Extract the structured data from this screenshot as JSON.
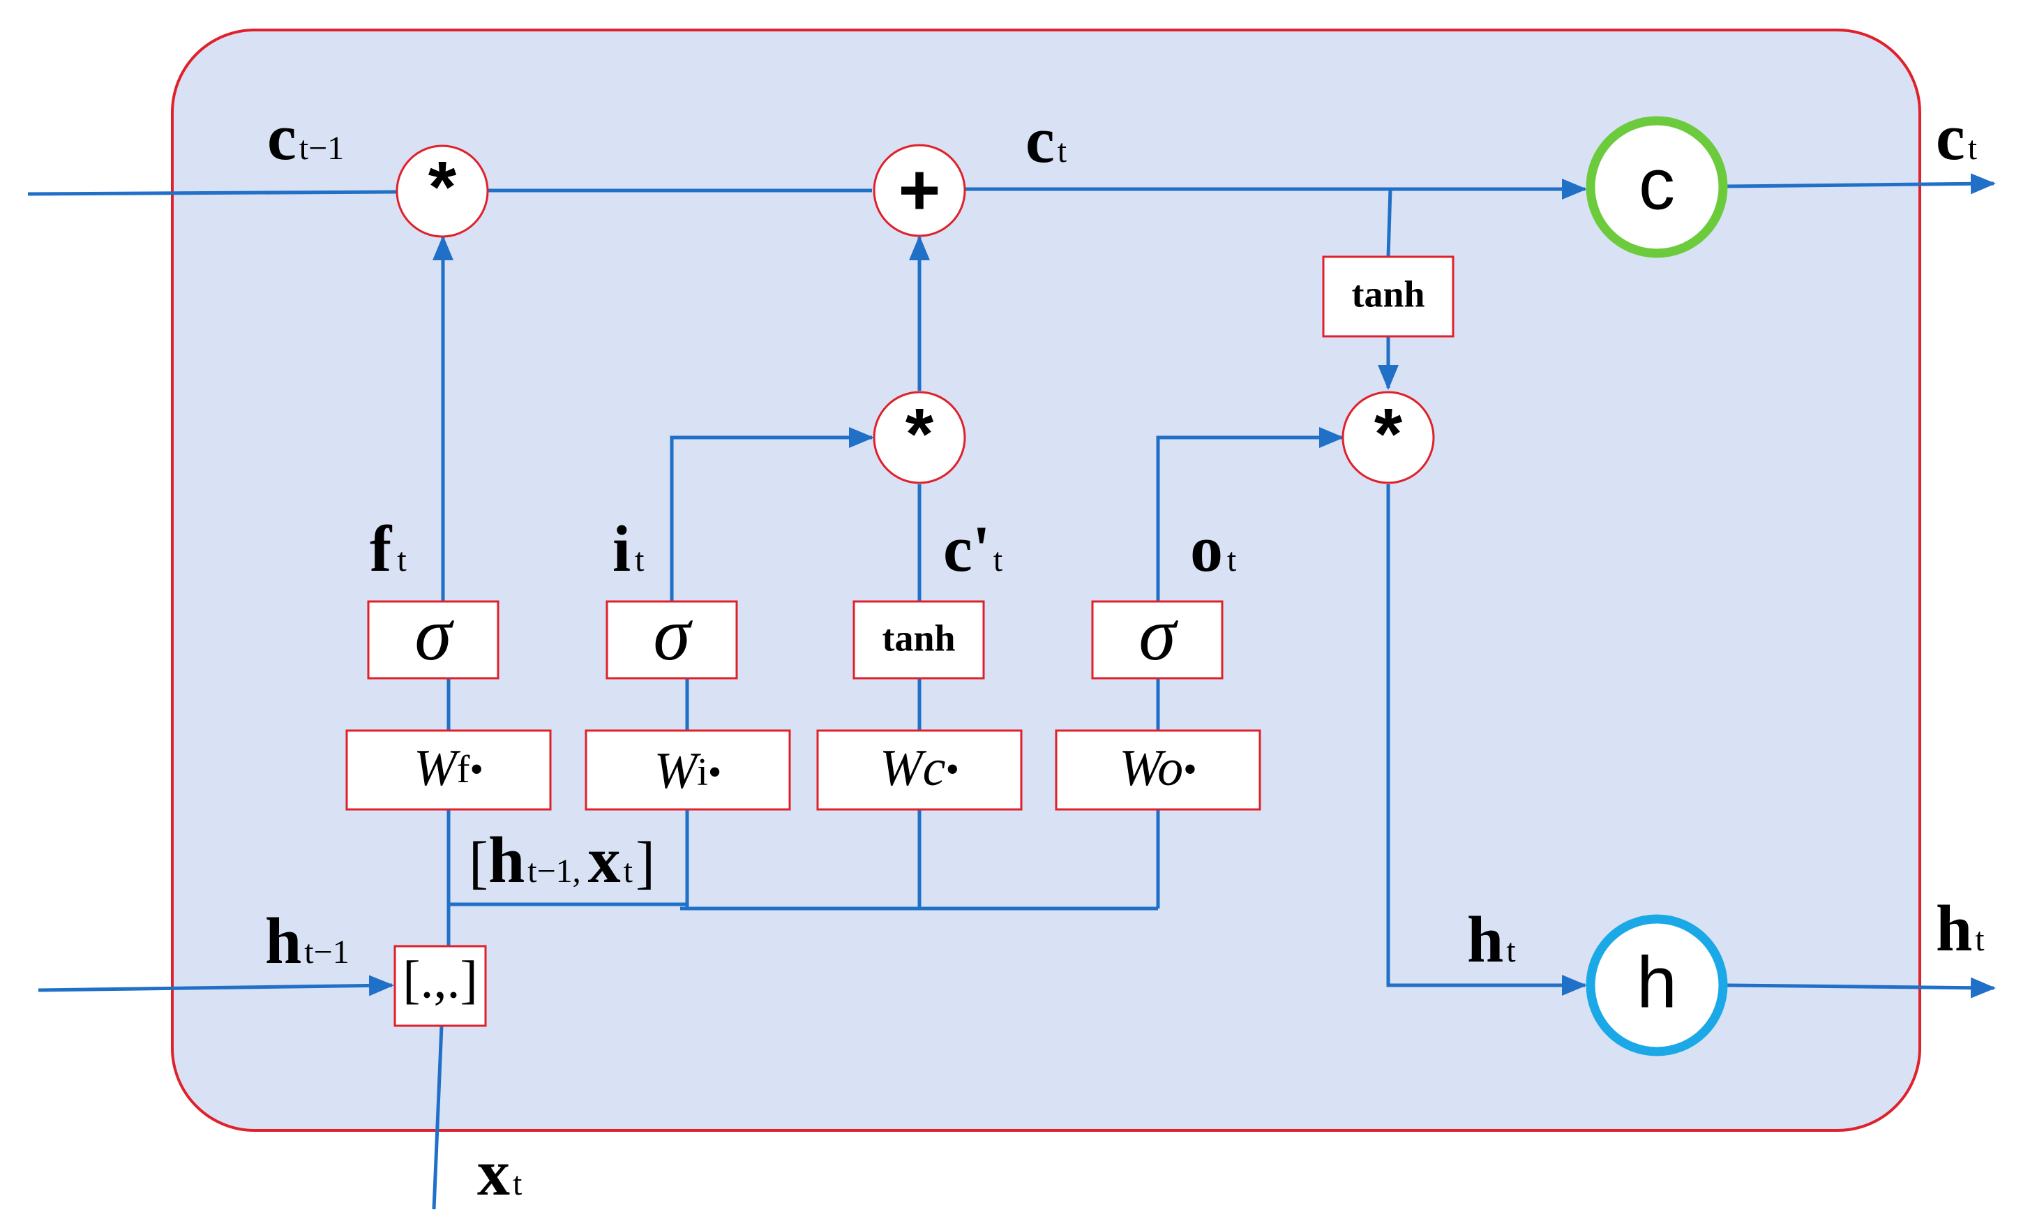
{
  "labels": {
    "c_prev": {
      "main": "c",
      "sub": "t−1"
    },
    "c_t_top": {
      "main": "c",
      "sub": "t"
    },
    "c_t_out": {
      "main": "c",
      "sub": "t"
    },
    "f_t": {
      "main": "f",
      "sub": "t"
    },
    "i_t": {
      "main": "i",
      "sub": "t"
    },
    "c_cand": {
      "main": "c'",
      "sub": "t"
    },
    "o_t": {
      "main": "o",
      "sub": "t"
    },
    "h_prev": {
      "main": "h",
      "sub": "t−1"
    },
    "h_t_mid": {
      "main": "h",
      "sub": "t"
    },
    "h_t_out": {
      "main": "h",
      "sub": "t"
    },
    "x_t": {
      "main": "x",
      "sub": "t"
    },
    "concat": {
      "open": "[",
      "h": "h",
      "h_sub": "t−1,",
      "x": "x",
      "x_sub": "t",
      "close": "]"
    }
  },
  "nodes": {
    "forget_mult": "*",
    "add": "+",
    "input_mult": "*",
    "output_mult": "*"
  },
  "boxes": {
    "tanh_cell": "tanh",
    "sigma_f": "σ",
    "sigma_i": "σ",
    "tanh_c": "tanh",
    "sigma_o": "σ",
    "weight_f": {
      "w": "W",
      "sub": "f",
      "dot": "•"
    },
    "weight_i": {
      "w": "W",
      "sub": "i",
      "dot": "•"
    },
    "weight_c": {
      "w": "W",
      "sub": "c",
      "dot": "•"
    },
    "weight_o": {
      "w": "W",
      "sub": "o",
      "dot": "•"
    },
    "concat_op": "[.,.]"
  },
  "outputs": {
    "cell_state": "c",
    "hidden_state": "h"
  },
  "colors": {
    "panel_fill": "#D9E1F4",
    "panel_border": "#E0202A",
    "arrow": "#2070C8",
    "cell_ring": "#6CCB3C",
    "hidden_ring": "#1AA9E6"
  }
}
